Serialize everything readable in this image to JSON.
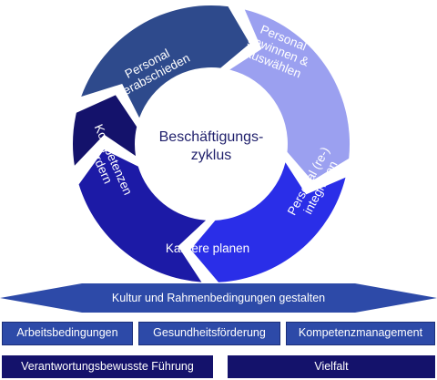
{
  "center": {
    "line1": "Beschäftigungs-",
    "line2": "zyklus"
  },
  "segments": [
    {
      "id": "verabschieden",
      "line1": "Personal",
      "line2": "verabschieden",
      "color": "#2e4a8c"
    },
    {
      "id": "gewinnen",
      "line1": "Personal",
      "line2": "gewinnen &",
      "line3": "auswählen",
      "color": "#9ba0f0"
    },
    {
      "id": "integrieren",
      "line1": "Personal (re-)",
      "line2": "integrieren",
      "color": "#2a2ee8"
    },
    {
      "id": "karriere",
      "line1": "Karriere planen",
      "color": "#1c1aa6"
    },
    {
      "id": "kompetenzen",
      "line1": "Kompetenzen",
      "line2": "fördern",
      "color": "#14126b"
    }
  ],
  "banner": {
    "label": "Kultur und Rahmenbedingungen gestalten",
    "color": "#2d4aa8"
  },
  "boxes_top": [
    "Arbeitsbedingungen",
    "Gesundheitsförderung",
    "Kompetenzmanagement"
  ],
  "boxes_bottom": [
    "Verantwortungsbewusste Führung",
    "Vielfalt"
  ],
  "colors": {
    "light_box": "#2d4aa8",
    "dark_box": "#14126b",
    "center_text": "#1f1f6b"
  }
}
